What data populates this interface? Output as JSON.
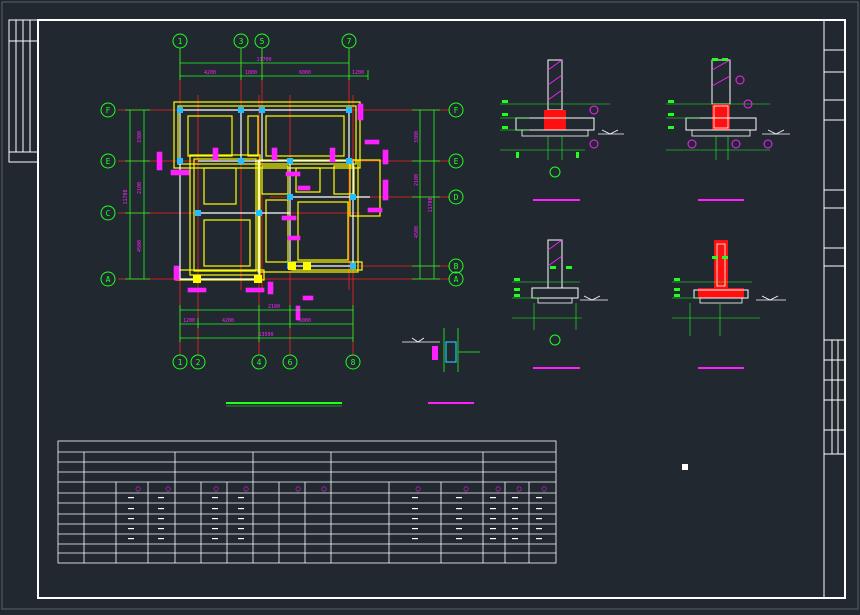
{
  "colors": {
    "background": "#212830",
    "frame": "#ffffff",
    "grid_line": "#ff2020",
    "axis_bubble": "#20ff20",
    "foundation_outline": "#ffff00",
    "dimension": "#20ff20",
    "dimension_text": "#ff20ff",
    "wall": "#ffffff",
    "column": "#20c0ff",
    "rebar": "#ff20ff",
    "section_fill": "#ff1010"
  },
  "plan": {
    "top_axes": [
      "1",
      "3",
      "5",
      "7"
    ],
    "bottom_axes": [
      "1",
      "2",
      "4",
      "6",
      "8"
    ],
    "left_axes": [
      "F",
      "E",
      "C",
      "A"
    ],
    "right_axes": [
      "F",
      "E",
      "D",
      "B",
      "A"
    ],
    "top_dims": {
      "overall": "11700",
      "segments": [
        "4200",
        "1800",
        "6000",
        "1200"
      ]
    },
    "bottom_dims": {
      "overall": "13500",
      "segments": [
        "1200",
        "4200",
        "2100",
        "6000"
      ]
    },
    "left_dims": {
      "overall": "11700",
      "segments": [
        "3300",
        "2100",
        "4500"
      ]
    },
    "right_dims": {
      "overall": "11700",
      "segments": [
        "3300",
        "2100",
        "4500"
      ]
    }
  },
  "table": {
    "header_rows": 3,
    "data_rows": 6,
    "circle_marker": "○",
    "dash_marker": "—"
  },
  "sections": {
    "count": 4,
    "small_detail_count": 1
  }
}
